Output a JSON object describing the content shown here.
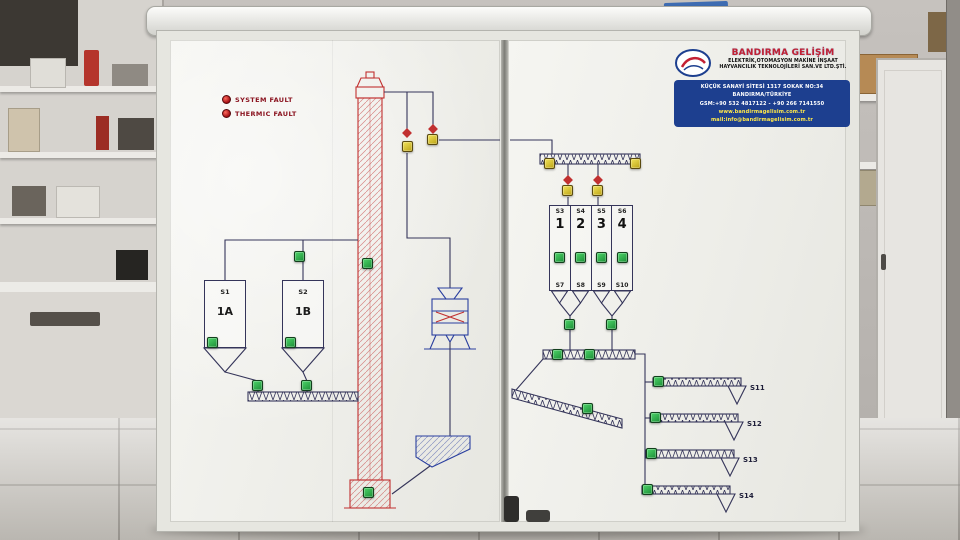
{
  "panel": {
    "fault_indicators": [
      {
        "label": "SYSTEM FAULT"
      },
      {
        "label": "THERMIC FAULT"
      }
    ],
    "bins": [
      {
        "id": "S1",
        "name": "1A"
      },
      {
        "id": "S2",
        "name": "1B"
      }
    ],
    "cells": {
      "top": [
        "S3",
        "S4",
        "S5",
        "S6"
      ],
      "numbers": [
        "1",
        "2",
        "3",
        "4"
      ],
      "bottom": [
        "S7",
        "S8",
        "S9",
        "S10"
      ]
    },
    "cascade": [
      "S11",
      "S12",
      "S13",
      "S14"
    ],
    "company": {
      "name": "BANDIRMA GELİŞİM",
      "line1": "ELEKTRİK,OTOMASYON MAKİNE İNŞAAT",
      "line2": "HAYVANCILIK TEKNOLOJİLERİ SAN.VE LTD.ŞTİ.",
      "address1": "KÜÇÜK SANAYİ SİTESİ 1317 SOKAK NO:34",
      "address2": "BANDIRMA/TÜRKİYE",
      "phone": "GSM:+90 532 4817122 - +90 266 7141550",
      "web": "www.bandirmagelisim.com.tr",
      "mail": "mail:info@bandirmagelisim.com.tr"
    },
    "colors": {
      "button_green": "#2eb34b",
      "button_yellow": "#e0cb2f",
      "line_red": "#c13030",
      "line_blue": "#2a3f9f",
      "line_dark": "#35355a",
      "address_bg": "#1d3f8f",
      "accent_red": "#c32033"
    }
  }
}
